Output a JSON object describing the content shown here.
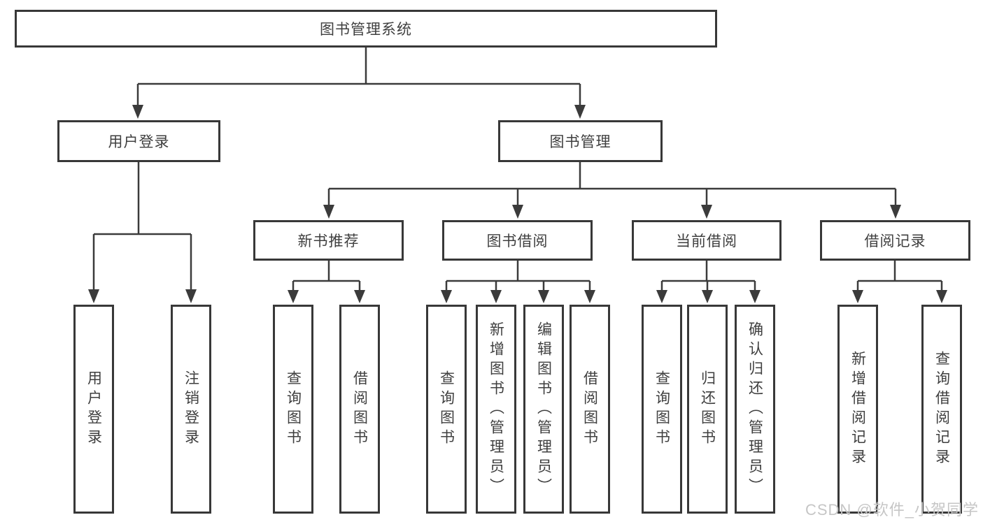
{
  "diagram": {
    "root": {
      "label": "图书管理系统"
    },
    "branches": [
      {
        "label": "用户登录",
        "leaves": [
          "用户登录",
          "注销登录"
        ]
      },
      {
        "label": "图书管理",
        "groups": [
          {
            "label": "新书推荐",
            "leaves": [
              "查询图书",
              "借阅图书"
            ]
          },
          {
            "label": "图书借阅",
            "leaves": [
              "查询图书",
              "新增图书（管理员）",
              "编辑图书（管理员）",
              "借阅图书"
            ]
          },
          {
            "label": "当前借阅",
            "leaves": [
              "查询图书",
              "归还图书",
              "确认归还（管理员）"
            ]
          },
          {
            "label": "借阅记录",
            "leaves": [
              "新增借阅记录",
              "查询借阅记录"
            ]
          }
        ]
      }
    ]
  },
  "watermark": {
    "text": "CSDN @软件_小贺同学"
  },
  "colors": {
    "line": "#3b3b3b",
    "text": "#3f3f3f",
    "box_border": "#383838",
    "background": "#ffffff",
    "watermark": "#c6c6c6"
  }
}
